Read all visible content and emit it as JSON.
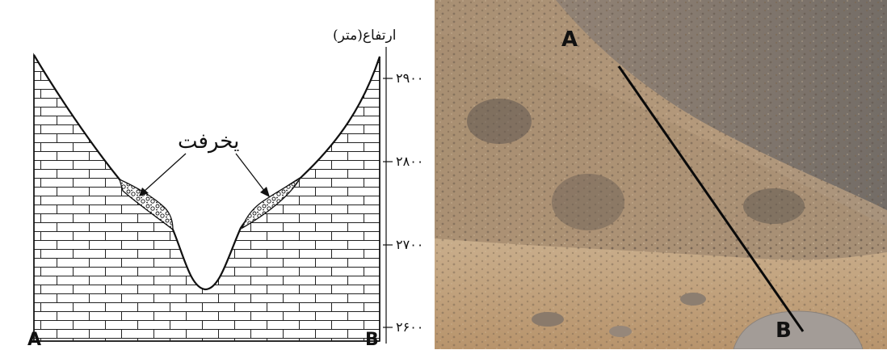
{
  "diagram": {
    "axis_title": "ارتفاع(متر)",
    "ticks": [
      "۲۹۰۰",
      "۲۸۰۰",
      "۲۷۰۰",
      "۲۶۰۰"
    ],
    "annotation": "یخرفت",
    "point_left": "A",
    "point_right": "B"
  },
  "photo": {
    "point_top": "A",
    "point_bottom": "B"
  }
}
